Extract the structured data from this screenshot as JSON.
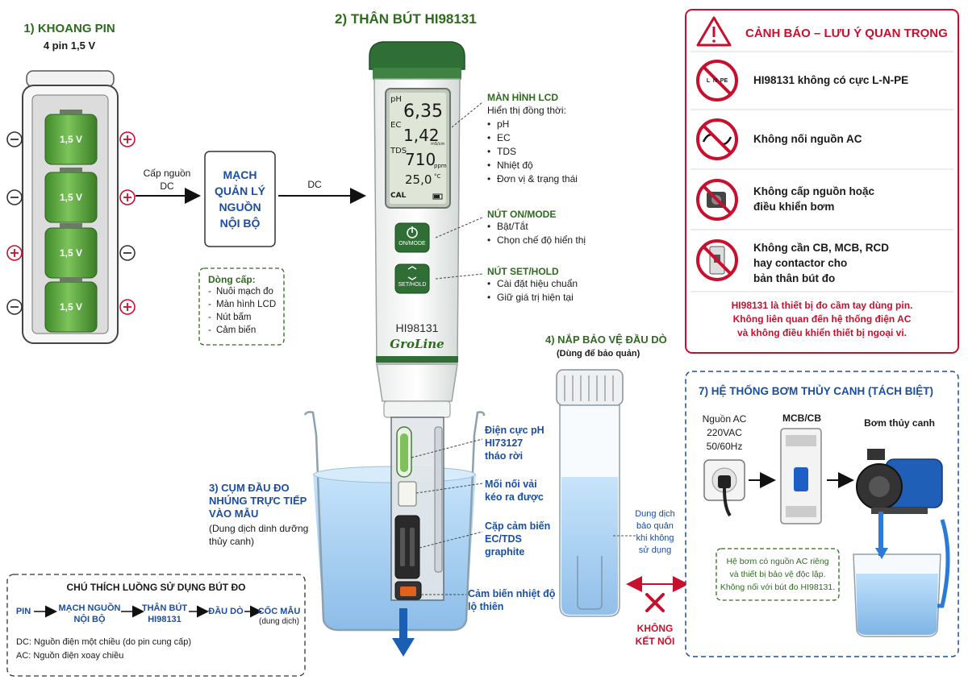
{
  "battery": {
    "title": "1) KHOANG PIN",
    "subtitle": "4 pin 1,5 V",
    "cell_label": "1,5 V"
  },
  "feed_label": "Cấp nguồn\nDC",
  "power_box": "MẠCH\nQUẢN LÝ\nNGUỒN\nNỘI BỘ",
  "dc_label": "DC",
  "supply_box": {
    "title": "Dòng cấp:",
    "items": [
      "Nuôi mạch đo",
      "Màn hình LCD",
      "Nút bấm",
      "Cảm biến"
    ]
  },
  "pen": {
    "title": "2) THÂN BÚT HI98131",
    "model": "HI98131",
    "brand": "GroLine",
    "lcd": {
      "ph_label": "pH",
      "ph_value": "6,35",
      "ec_label": "EC",
      "ec_value": "1,42",
      "ec_unit": "mS/cm",
      "tds_label": "TDS",
      "tds_value": "710",
      "tds_unit": "ppm",
      "temp_value": "25,0",
      "temp_unit": "°C",
      "cal": "CAL"
    },
    "btn1": "ON/MODE",
    "btn2": "SET/HOLD"
  },
  "lcd_callout": {
    "title": "MÀN HÌNH LCD",
    "intro": "Hiển thị đồng thời:",
    "items": [
      "pH",
      "EC",
      "TDS",
      "Nhiệt độ",
      "Đơn vị & trạng thái"
    ]
  },
  "on_callout": {
    "title": "NÚT ON/MODE",
    "items": [
      "Bật/Tắt",
      "Chọn chế độ hiển thị"
    ]
  },
  "set_callout": {
    "title": "NÚT SET/HOLD",
    "items": [
      "Cài đặt hiệu chuẩn",
      "Giữ giá trị hiện tại"
    ]
  },
  "probe": {
    "title": "3) CỤM ĐẦU ĐO\nNHÚNG TRỰC TIẾP\nVÀO MẪU",
    "subtitle": "(Dung dịch dinh dưỡng\nthủy canh)",
    "ph_electrode": "Điện cực pH\nHI73127\ntháo rời",
    "junction": "Mối nối vải\nkéo ra được",
    "ec_sensor": "Cặp cảm biến\nEC/TDS\ngraphite",
    "temp_sensor": "Cảm biến nhiệt độ\nlộ thiên"
  },
  "cap": {
    "title": "4) NẮP BẢO VỆ ĐẦU DÒ",
    "subtitle": "(Dùng để bảo quản)",
    "solution": "Dung dịch\nbảo quản\nkhi không\nsử dụng"
  },
  "no_connect": "KHÔNG\nKẾT NỐI",
  "warning": {
    "title": "CẢNH BÁO – LƯU Ý QUAN TRỌNG",
    "icon1_text": "L  N  PE",
    "items": [
      "HI98131 không có cực L-N-PE",
      "Không nối nguồn AC",
      "Không cấp nguồn hoặc\nđiều khiển bơm",
      "Không cần CB, MCB, RCD\nhay contactor cho\nbản thân bút đo"
    ],
    "footer": "HI98131 là thiết bị đo cầm tay dùng pin.\nKhông liên quan đến hệ thống điện AC\nvà không điều khiển thiết bị ngoại vi."
  },
  "pump": {
    "title": "7) HỆ THỐNG BƠM THỦY CANH (TÁCH BIỆT)",
    "ac_source": "Nguồn AC\n220VAC\n50/60Hz",
    "mcb": "MCB/CB",
    "pump_label": "Bơm thủy canh",
    "note": "Hệ bơm có nguồn AC riêng\nvà thiết bị bảo vệ độc lập.\nKhông nối với bút đo HI98131."
  },
  "legend": {
    "title": "CHÚ THÍCH LUỒNG SỬ DỤNG BÚT ĐO",
    "flow": [
      "PIN",
      "MẠCH NGUỒN\nNỘI BỘ",
      "THÂN BÚT\nHI98131",
      "ĐẦU DÒ",
      "CỐC MẪU"
    ],
    "flow_sub": "(dung dịch)",
    "dc": "DC:",
    "dc_text": "Nguồn điện một chiều (do pin cung cấp)",
    "ac": "AC:",
    "ac_text": "Nguồn điện xoay chiều"
  },
  "colors": {
    "green": "#2e6b1f",
    "blue": "#1a4ea0",
    "red": "#c8102e",
    "battery": "#5aa83c",
    "pen_cap": "#2f6e34",
    "water": "#9cc8ee"
  }
}
